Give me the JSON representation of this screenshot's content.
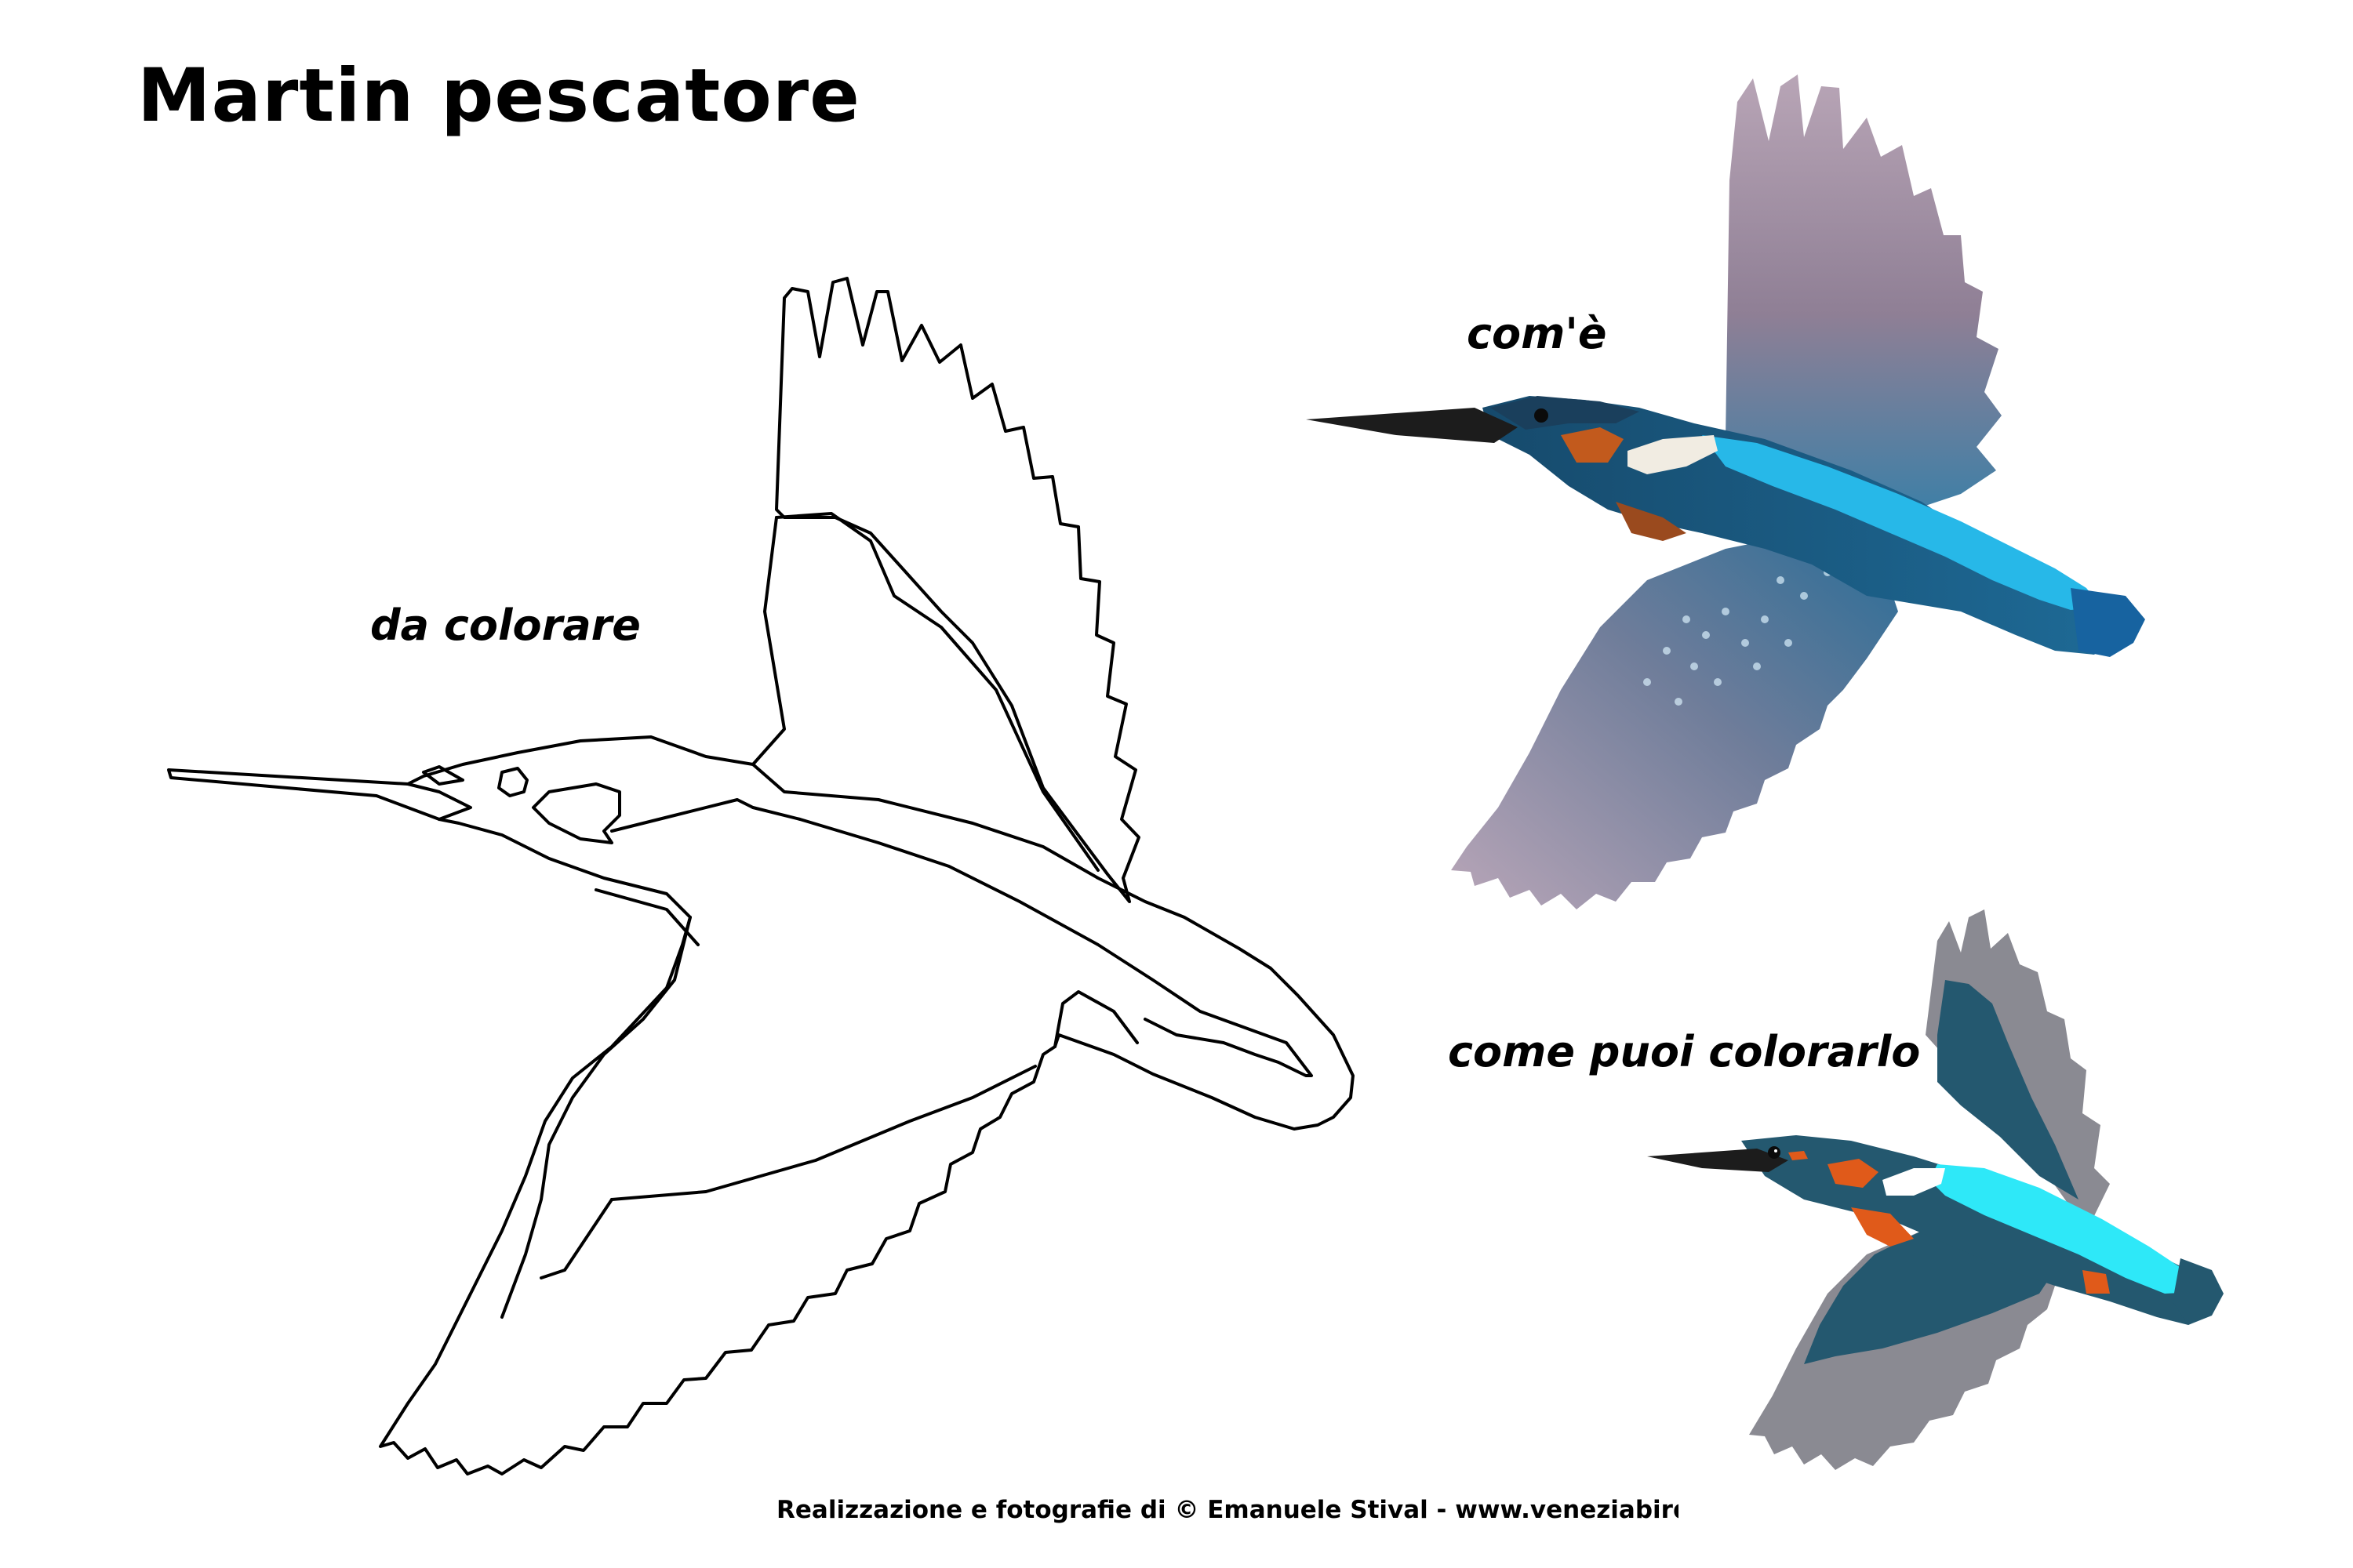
{
  "title": "Martin pescatore",
  "labels": {
    "outline": "da colorare",
    "photo": "com'è",
    "colored": "come puoi colorarlo"
  },
  "credit": "Realizzazione e fotografie di © Emanuele Stival - www.veneziabirdwatching",
  "colors": {
    "outline_stroke": "#000000",
    "photo_wing": "#8f7f95",
    "photo_wing_light": "#c7b6c4",
    "photo_body": "#1e5f86",
    "photo_back_stripe": "#27b8e8",
    "photo_orange": "#b9561f",
    "photo_white": "#f1ece2",
    "colored_wing_grey": "#8a8a92",
    "colored_body": "#24586f",
    "colored_cyan": "#2ee8f8",
    "colored_orange": "#e05a1a",
    "colored_white": "#ffffff",
    "beak": "#1c1c1c"
  },
  "icons": {
    "outline": "kingfisher-outline-drawing",
    "photo": "kingfisher-photo",
    "colored": "kingfisher-colored-example"
  }
}
